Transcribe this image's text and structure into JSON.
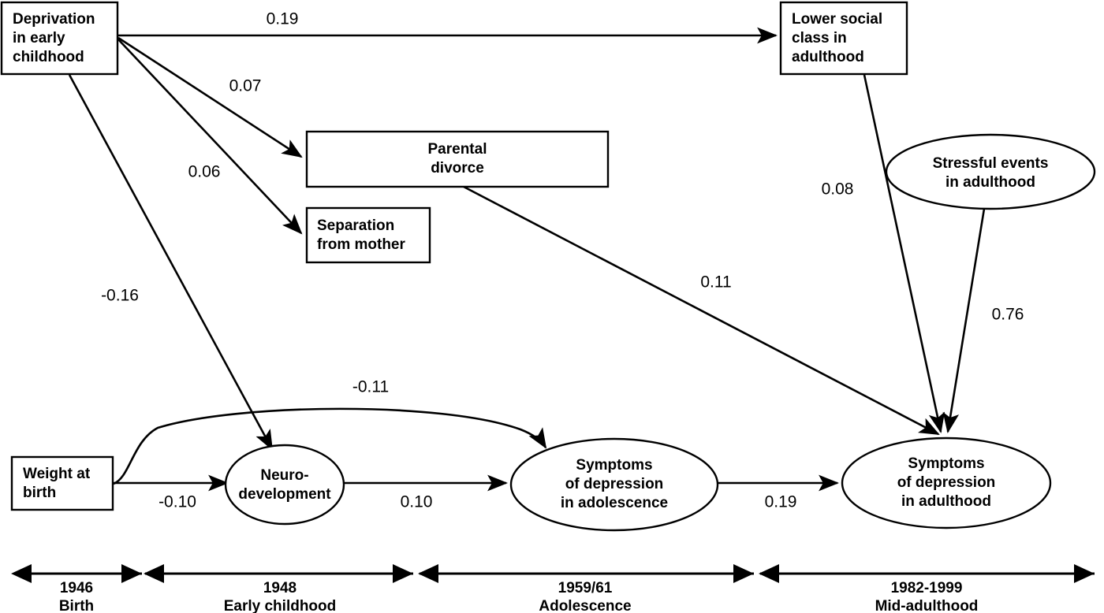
{
  "diagram": {
    "type": "path-diagram",
    "title": "Life-course path model of depression",
    "nodes": [
      {
        "id": "deprivation",
        "shape": "rect",
        "label_lines": [
          "Deprivation",
          "in early",
          "childhood"
        ]
      },
      {
        "id": "lower_social_class",
        "shape": "rect",
        "label_lines": [
          "Lower social",
          "class in",
          "adulthood"
        ]
      },
      {
        "id": "parental_divorce",
        "shape": "rect",
        "label_lines": [
          "Parental",
          "divorce"
        ]
      },
      {
        "id": "separation_mother",
        "shape": "rect",
        "label_lines": [
          "Separation",
          "from mother"
        ]
      },
      {
        "id": "weight_birth",
        "shape": "rect",
        "label_lines": [
          "Weight at",
          "birth"
        ]
      },
      {
        "id": "stressful_events",
        "shape": "ellipse",
        "label_lines": [
          "Stressful events",
          "in adulthood"
        ]
      },
      {
        "id": "neurodevelopment",
        "shape": "ellipse",
        "label_lines": [
          "Neuro-",
          "development"
        ]
      },
      {
        "id": "dep_adolescence",
        "shape": "ellipse",
        "label_lines": [
          "Symptoms",
          "of depression",
          "in adolescence"
        ]
      },
      {
        "id": "dep_adulthood",
        "shape": "ellipse",
        "label_lines": [
          "Symptoms",
          "of depression",
          "in adulthood"
        ]
      }
    ],
    "edges": [
      {
        "id": "e1",
        "from": "deprivation",
        "to": "lower_social_class",
        "coefficient": "0.19"
      },
      {
        "id": "e2",
        "from": "deprivation",
        "to": "parental_divorce",
        "coefficient": "0.07"
      },
      {
        "id": "e3",
        "from": "deprivation",
        "to": "separation_mother",
        "coefficient": "0.06"
      },
      {
        "id": "e4",
        "from": "deprivation",
        "to": "neurodevelopment",
        "coefficient": "-0.16"
      },
      {
        "id": "e5",
        "from": "parental_divorce",
        "to": "dep_adulthood",
        "coefficient": "0.11"
      },
      {
        "id": "e6",
        "from": "lower_social_class",
        "to": "dep_adulthood",
        "coefficient": "0.08"
      },
      {
        "id": "e7",
        "from": "stressful_events",
        "to": "dep_adulthood",
        "coefficient": "0.76"
      },
      {
        "id": "e8",
        "from": "weight_birth",
        "to": "neurodevelopment",
        "coefficient": "-0.10"
      },
      {
        "id": "e9",
        "from": "weight_birth",
        "to": "dep_adolescence",
        "coefficient": "-0.11"
      },
      {
        "id": "e10",
        "from": "neurodevelopment",
        "to": "dep_adolescence",
        "coefficient": "0.10"
      },
      {
        "id": "e11",
        "from": "dep_adolescence",
        "to": "dep_adulthood",
        "coefficient": "0.19"
      }
    ],
    "timeline": {
      "segments": [
        {
          "id": "t1",
          "year": "1946",
          "stage": "Birth"
        },
        {
          "id": "t2",
          "year": "1948",
          "stage": "Early childhood"
        },
        {
          "id": "t3",
          "year": "1959/61",
          "stage": "Adolescence"
        },
        {
          "id": "t4",
          "year": "1982-1999",
          "stage": "Mid-adulthood"
        }
      ]
    },
    "colors": {
      "stroke": "#000000",
      "fill": "#ffffff",
      "text": "#000000"
    }
  }
}
